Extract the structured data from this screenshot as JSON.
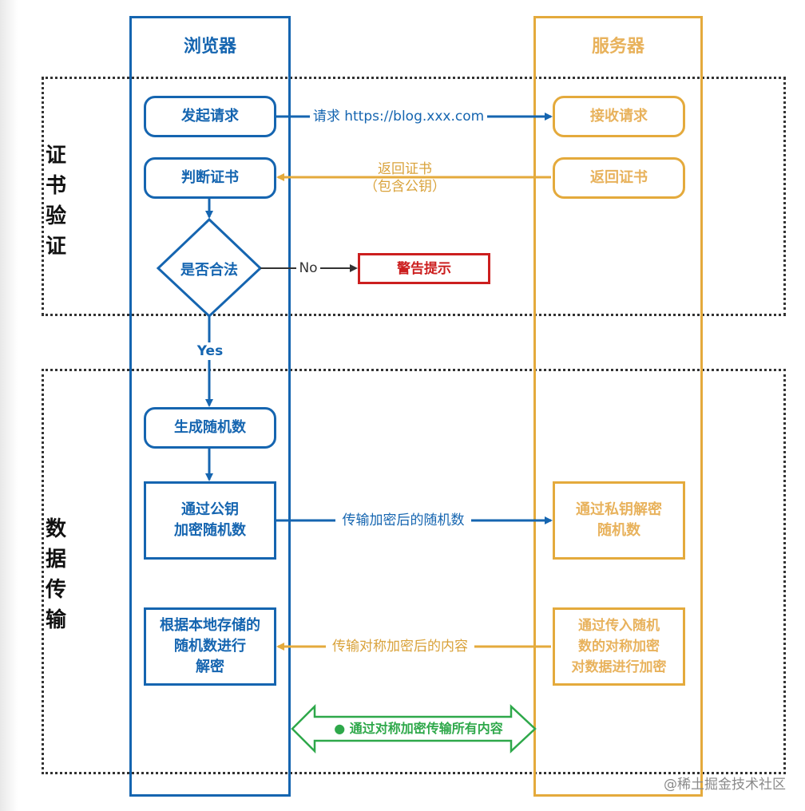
{
  "lanes": {
    "browser": "浏览器",
    "server": "服务器"
  },
  "sections": {
    "cert_verify": [
      "证",
      "书",
      "验",
      "证"
    ],
    "data_transfer": [
      "数",
      "据",
      "传",
      "输"
    ]
  },
  "nodes": {
    "send_request": "发起请求",
    "judge_cert": "判断证书",
    "is_valid": "是否合法",
    "warning": "警告提示",
    "gen_random": "生成随机数",
    "encrypt_random": "通过公钥\n加密随机数",
    "decrypt_content": "根据本地存储的\n随机数进行\n解密",
    "receive_request": "接收请求",
    "return_cert": "返回证书",
    "decrypt_random": "通过私钥解密\n随机数",
    "encrypt_data": "通过传入随机\n数的对称加密\n对数据进行加密"
  },
  "edges": {
    "request": "请求 https://blog.xxx.com",
    "return_cert": "返回证书\n（包含公钥）",
    "no": "No",
    "yes": "Yes",
    "send_encrypted_random": "传输加密后的随机数",
    "send_encrypted_content": "传输对称加密后的内容",
    "symmetric_all": "通过对称加密传输所有内容"
  },
  "watermark": "@稀土掘金技术社区",
  "colors": {
    "browser_blue": "#1565b0",
    "server_gold": "#e4aa3c",
    "warning_red": "#cc1f1f",
    "symmetric_green": "#2ea84a"
  }
}
